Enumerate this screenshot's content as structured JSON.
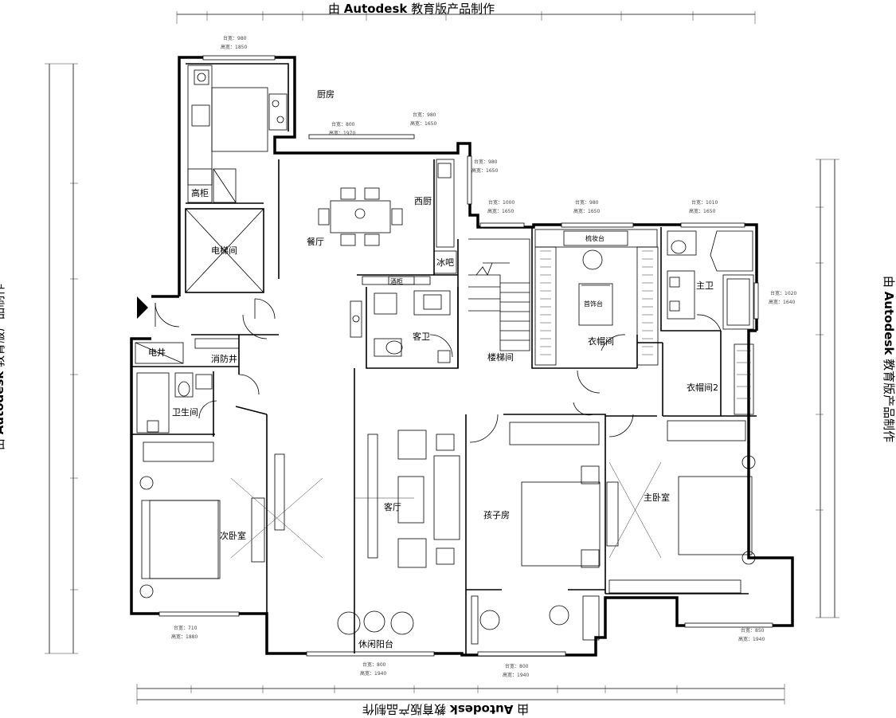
{
  "watermark": {
    "prefix": "由",
    "brand": "Autodesk",
    "suffix": "教育版产品制作"
  },
  "rooms": {
    "kitchen": "厨房",
    "western_kitchen": "西厨",
    "dining": "餐厅",
    "elevator": "电梯间",
    "tall_cabinet": "高柜",
    "fridge": "冰吧",
    "wine_cabinet": "酒柜",
    "guest_bath": "客卫",
    "stair": "楼梯间",
    "closet": "衣帽间",
    "master_bath": "主卫",
    "closet2": "衣帽间2",
    "electric_shaft": "电井",
    "fire_shaft": "消防井",
    "bathroom": "卫生间",
    "second_bedroom": "次卧室",
    "living": "客厅",
    "kids_room": "孩子房",
    "master_bedroom": "主卧室",
    "balcony": "休闲阳台",
    "vanity": "梳妆台",
    "island": "首饰台"
  },
  "window_notes": [
    {
      "sill": "台宽：980",
      "height": "高宽：1850"
    },
    {
      "sill": "台宽：800",
      "height": "高宽：1970"
    },
    {
      "sill": "台宽：980",
      "height": "高宽：1650"
    },
    {
      "sill": "台宽：980",
      "height": "高宽：1650"
    },
    {
      "sill": "台宽：1000",
      "height": "高宽：1650"
    },
    {
      "sill": "台宽：980",
      "height": "高宽：1650"
    },
    {
      "sill": "台宽：1010",
      "height": "高宽：1650"
    },
    {
      "sill": "台宽：1020",
      "height": "高宽：1640"
    },
    {
      "sill": "台宽：710",
      "height": "高宽：1880"
    },
    {
      "sill": "台宽：800",
      "height": "高宽：1940"
    },
    {
      "sill": "台宽：800",
      "height": "高宽：1940"
    },
    {
      "sill": "台宽：850",
      "height": "高宽：1940"
    }
  ]
}
